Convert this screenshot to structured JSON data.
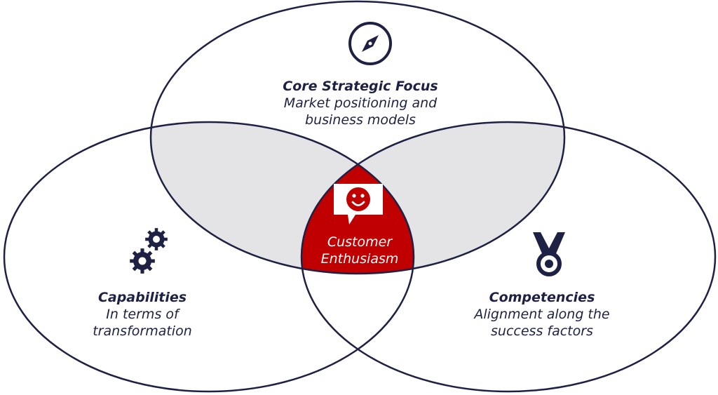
{
  "colors": {
    "outline": "#1e2144",
    "overlap_fill": "#e4e4e6",
    "center_fill": "#c00000",
    "text": "#1e2144"
  },
  "circles": [
    {
      "title": "Core Strategic Focus",
      "subtitle_lines": [
        "Market positioning and",
        "business models"
      ],
      "icon": "compass-icon"
    },
    {
      "title": "Capabilities",
      "subtitle_lines": [
        "In terms of",
        "transformation"
      ],
      "icon": "gears-icon"
    },
    {
      "title": "Competencies",
      "subtitle_lines": [
        "Alignment along the",
        "success factors"
      ],
      "icon": "medal-icon"
    }
  ],
  "center": {
    "lines": [
      "Customer",
      "Enthusiasm"
    ],
    "icon": "smiley-chat-icon"
  }
}
